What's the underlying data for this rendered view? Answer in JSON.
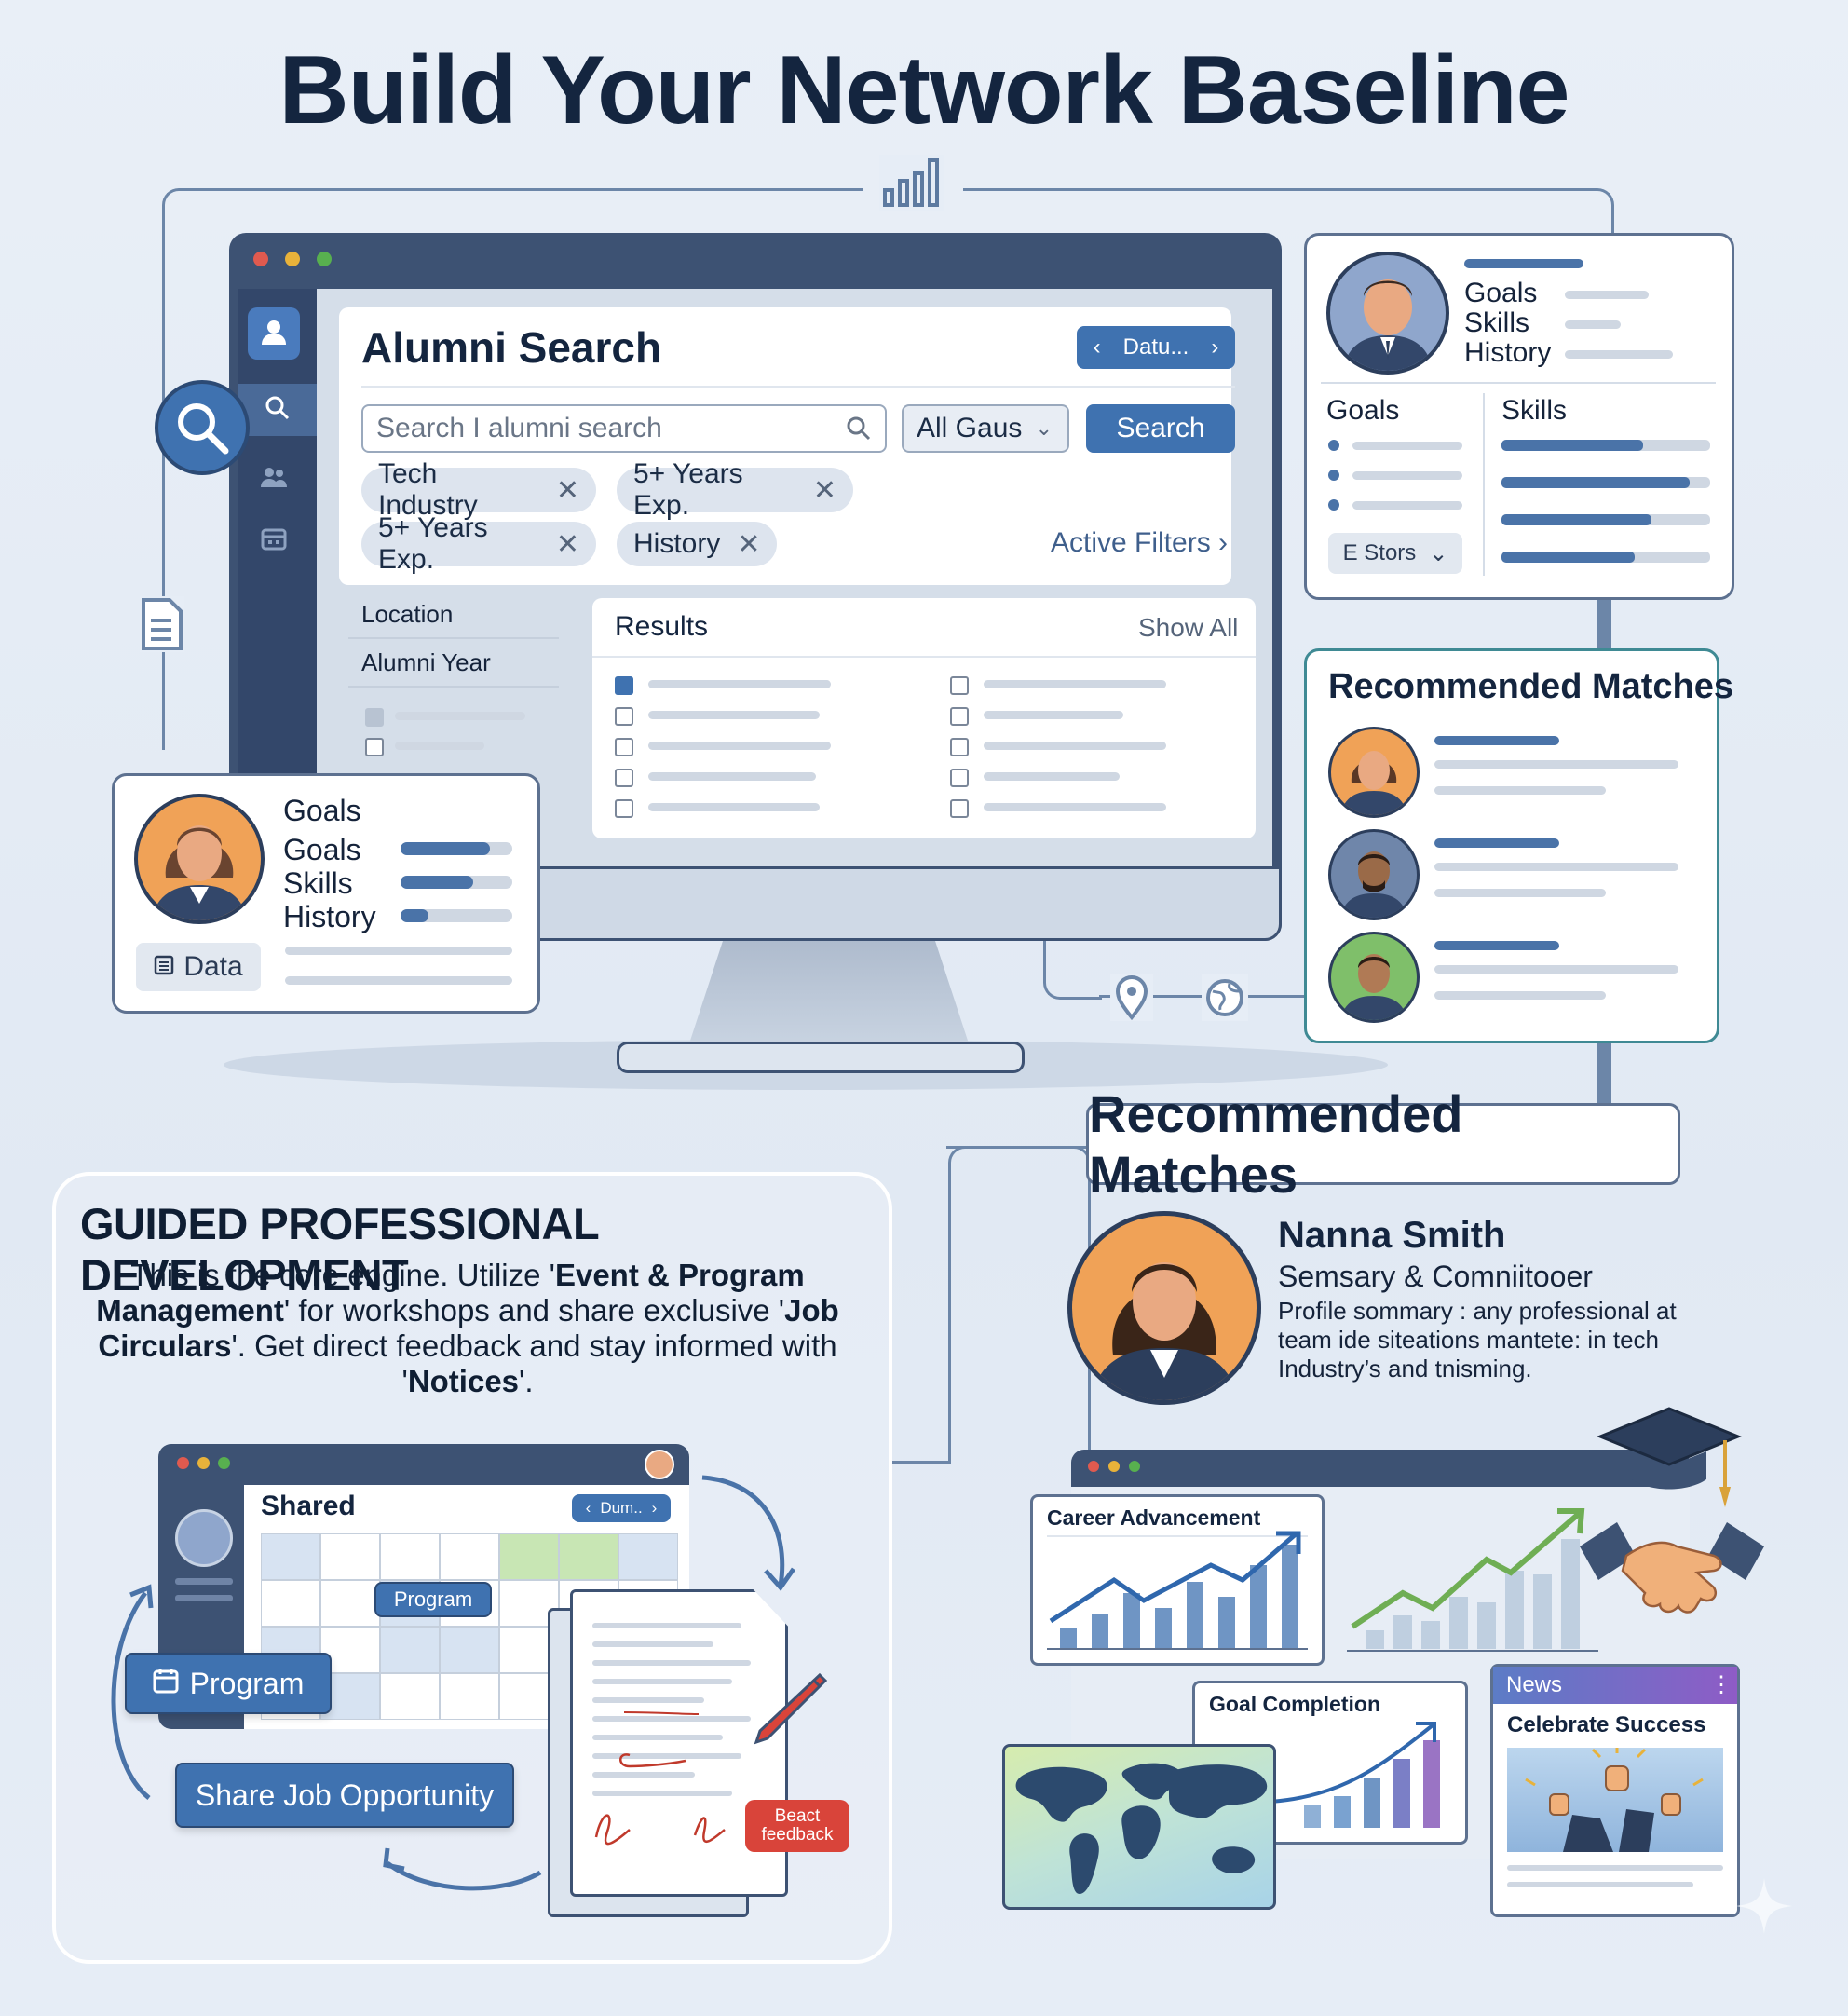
{
  "title": "Build Your Network Baseline",
  "search_ui": {
    "title": "Alumni Search",
    "date_pager": "Datu...",
    "search_placeholder": "Search I alumni search",
    "group_select": "All Gaus",
    "search_button": "Search",
    "filters": [
      "Tech Industry",
      "5+ Years Exp.",
      "5+ Years Exp.",
      "History"
    ],
    "active_filters": "Active Filters",
    "side_filters": [
      "Location",
      "Alumni Year"
    ],
    "results_title": "Results",
    "show_all": "Show All"
  },
  "profile_top_right": {
    "labels": [
      "Goals",
      "Skills",
      "History"
    ],
    "col1": "Goals",
    "col2": "Skills",
    "select": "E Stors"
  },
  "profile_left": {
    "heading": "Goals",
    "labels": [
      "Goals",
      "Skills",
      "History"
    ],
    "progress": [
      0.8,
      0.65,
      0.25
    ],
    "data_button": "Data"
  },
  "recommended_panel": {
    "title": "Recommended Matches"
  },
  "recommended_banner": "Recommended Matches",
  "person": {
    "name": "Nanna Smith",
    "role": "Semsary & Comniitooer",
    "summary": "Profile sommary : any professional at team ide siteations mantete: in tech Industry’s and tnisming."
  },
  "guided": {
    "title": "GUIDED PROFESSIONAL DEVELOPMENT",
    "text_html": "This is the core engine. Utilize '<b>Event &amp; Program Management</b>' for workshops and share exclusive '<b>Job Circulars</b>'. Get direct feedback and stay informed with '<b>Notices</b>'.",
    "calendar_title": "Shared",
    "calendar_pager": "Dum..",
    "calendar_event": "Program",
    "program_button": "Program",
    "share_button": "Share Job Opportunity",
    "feedback_badge": "Beact feedback"
  },
  "dashboard": {
    "career": "Career Advancement",
    "goal": "Goal Completion",
    "news_tag": "News",
    "news_title": "Celebrate Success"
  },
  "colors": {
    "accent": "#3f72b0",
    "dark": "#14253f",
    "teal": "#3f8a94"
  }
}
